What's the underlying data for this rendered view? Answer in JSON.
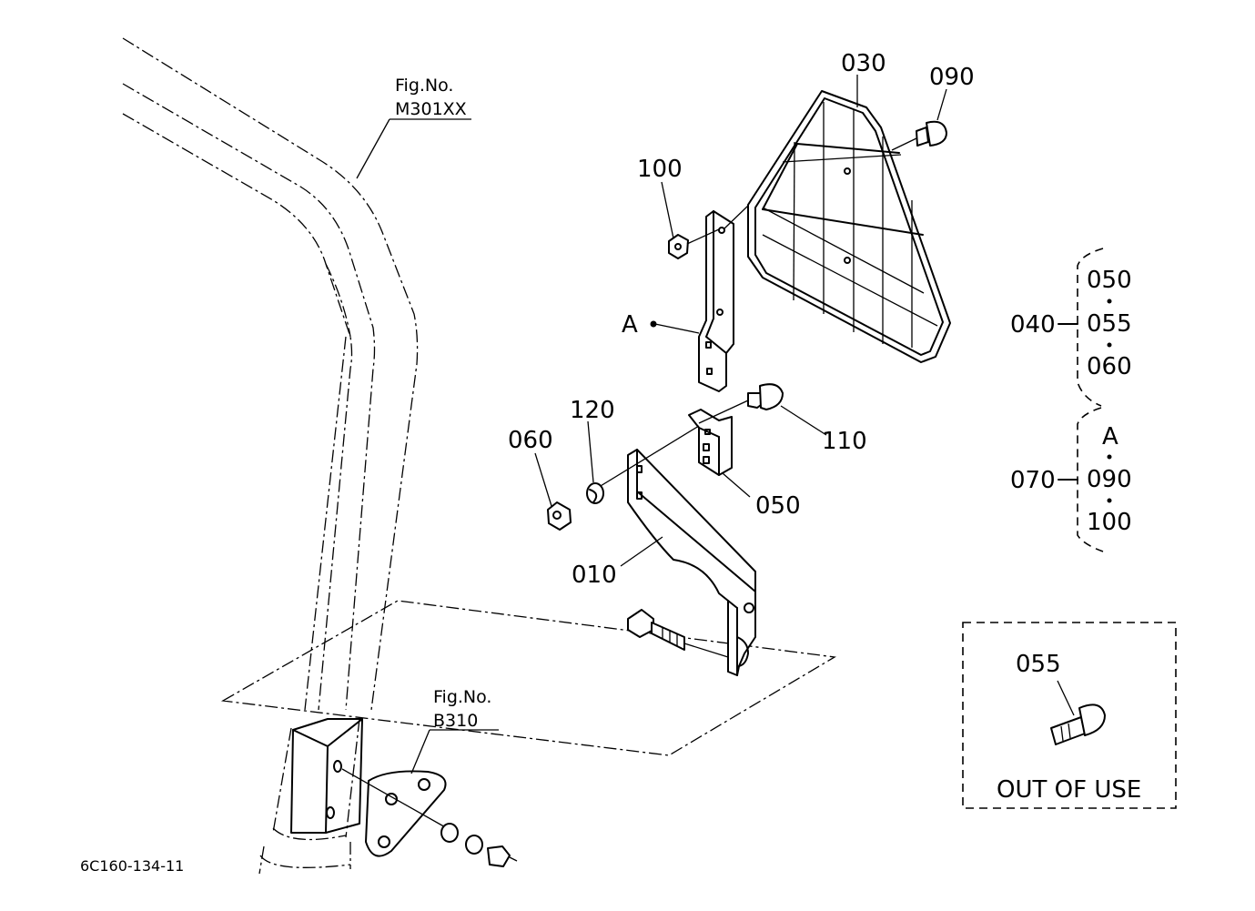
{
  "fig_refs": {
    "frame": {
      "line1": "Fig.No.",
      "line2": "M301XX"
    },
    "bracket": {
      "line1": "Fig.No.",
      "line2": "B310"
    }
  },
  "callouts": {
    "c030": "030",
    "c090": "090",
    "c100": "100",
    "cA": "A",
    "c120": "120",
    "c060": "060",
    "c110": "110",
    "c050": "050",
    "c010": "010"
  },
  "groups": {
    "g040": {
      "label": "040",
      "items": [
        "050",
        "055",
        "060"
      ]
    },
    "g070": {
      "label": "070",
      "items": [
        "A",
        "090",
        "100"
      ]
    }
  },
  "out_of_use": {
    "part": "055",
    "text": "OUT OF USE"
  },
  "drawing_code": "6C160-134-11"
}
